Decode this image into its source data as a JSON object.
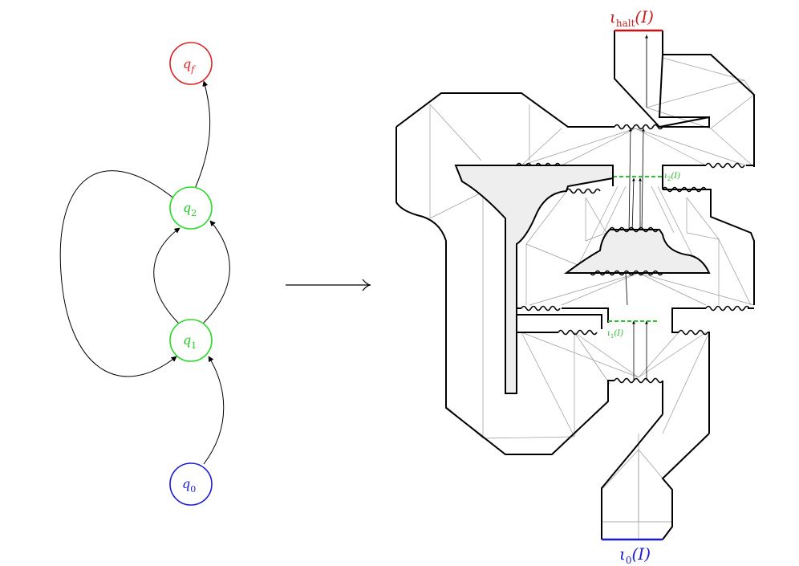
{
  "automaton": {
    "states": [
      {
        "id": "qf",
        "label": "q",
        "sub": "f",
        "color": "#e02020"
      },
      {
        "id": "q2",
        "label": "q",
        "sub": "2",
        "color": "#22dd22"
      },
      {
        "id": "q1",
        "label": "q",
        "sub": "1",
        "color": "#22dd22"
      },
      {
        "id": "q0",
        "label": "q",
        "sub": "0",
        "color": "#1a1ad8"
      }
    ],
    "edges": [
      {
        "from": "q0",
        "to": "q1"
      },
      {
        "from": "q1",
        "to": "q2",
        "side": "left"
      },
      {
        "from": "q1",
        "to": "q2",
        "side": "right"
      },
      {
        "from": "q2",
        "to": "q1",
        "side": "outer-loop"
      },
      {
        "from": "q2",
        "to": "qf"
      }
    ]
  },
  "mapping_arrow": "→",
  "gadget_labels": {
    "halt": {
      "iota": "ι",
      "sub": "halt",
      "arg": "(I)",
      "color": "#c81e1e"
    },
    "start": {
      "iota": "ι",
      "sub": "0",
      "arg": "(I)",
      "color": "#1a1ad8"
    },
    "mid2": {
      "iota": "ι",
      "sub": "2",
      "arg": "(I)",
      "color": "#22bb22"
    },
    "mid1": {
      "iota": "ι",
      "sub": "1",
      "arg": "(I)",
      "color": "#22bb22"
    }
  },
  "colors": {
    "q_final": "#e02020",
    "q_intermediate": "#22dd22",
    "q_start": "#1a1ad8",
    "halt_edge": "#d01010",
    "start_edge": "#1a1ad8",
    "mid_edge": "#22cc22",
    "gadget_fill": "#eeeeee"
  }
}
